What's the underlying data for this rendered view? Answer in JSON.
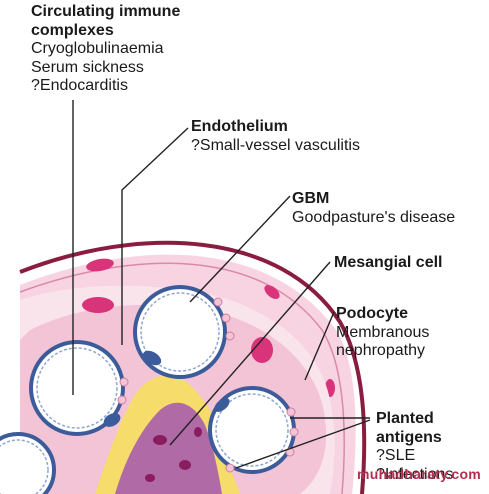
{
  "labels": {
    "circulating": {
      "heading_line1": "Circulating immune",
      "heading_line2": "complexes",
      "items": [
        "Cryoglobulinaemia",
        "Serum sickness",
        "?Endocarditis"
      ]
    },
    "endothelium": {
      "heading": "Endothelium",
      "items": [
        "?Small-vessel vasculitis"
      ]
    },
    "gbm": {
      "heading": "GBM",
      "items": [
        "Goodpasture's disease"
      ]
    },
    "mesangial": {
      "heading": "Mesangial cell"
    },
    "podocyte": {
      "heading": "Podocyte",
      "items": [
        "Membranous",
        "nephropathy"
      ]
    },
    "planted": {
      "heading_line1": "Planted",
      "heading_line2": "antigens",
      "items": [
        "?SLE",
        "?Infections"
      ]
    }
  },
  "watermark": "muhadharaty.com",
  "colors": {
    "capsule": "#8a1d3f",
    "tissue_pink": "#f3c3d6",
    "tissue_light": "#fae4ec",
    "nucleus": "#d9347a",
    "mesangium_yellow": "#f6dc6a",
    "mesangial_purple": "#b06aa6",
    "endothelial_blue": "#3b5b9a",
    "capillary_wall": "#8fa6cf",
    "leader_line": "#222222"
  }
}
